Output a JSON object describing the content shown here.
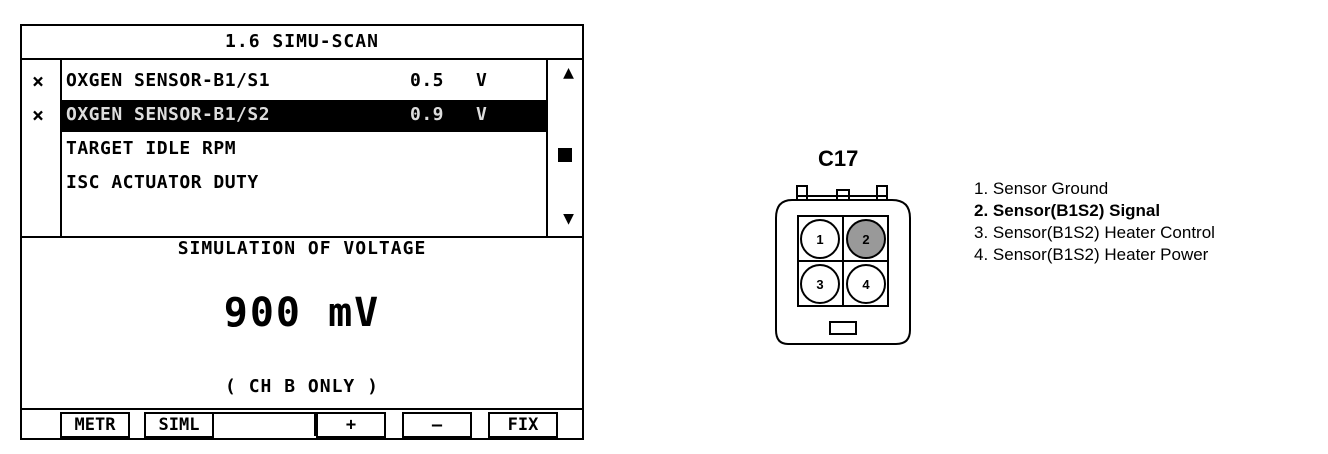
{
  "screen": {
    "title": "1.6 SIMU-SCAN",
    "rows": [
      {
        "mark": "×",
        "label": "OXGEN SENSOR-B1/S1",
        "value": "0.5",
        "unit": "V",
        "selected": false
      },
      {
        "mark": "×",
        "label": "OXGEN SENSOR-B1/S2",
        "value": "0.9",
        "unit": "V",
        "selected": true
      },
      {
        "mark": "",
        "label": "TARGET IDLE RPM",
        "value": "",
        "unit": "",
        "selected": false
      },
      {
        "mark": "",
        "label": "ISC ACTUATOR DUTY",
        "value": "",
        "unit": "",
        "selected": false
      }
    ],
    "scroll": {
      "up": "▲",
      "thumb": "■",
      "down": "▼"
    },
    "sim_title": "SIMULATION OF VOLTAGE",
    "sim_value": "900 mV",
    "sim_note": "( CH B ONLY )",
    "fkeys": [
      "METR",
      "SIML",
      "",
      "+",
      "—",
      "FIX"
    ]
  },
  "connector": {
    "name": "C17",
    "pins": [
      {
        "num": "1",
        "label": "1. Sensor Ground",
        "bold": false
      },
      {
        "num": "2",
        "label": "2. Sensor(B1S2) Signal",
        "bold": true
      },
      {
        "num": "3",
        "label": "3. Sensor(B1S2) Heater Control",
        "bold": false
      },
      {
        "num": "4",
        "label": "4. Sensor(B1S2) Heater Power",
        "bold": false
      }
    ],
    "highlight_color": "#999999"
  }
}
